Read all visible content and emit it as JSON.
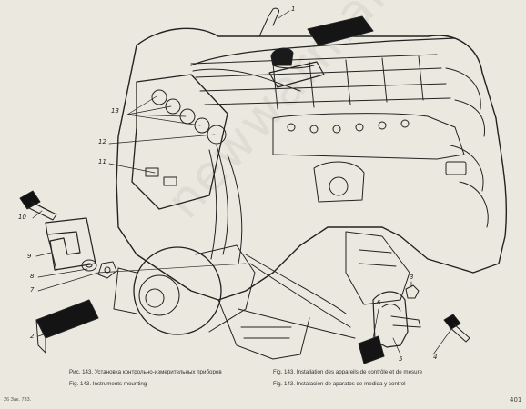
{
  "callouts": {
    "c1": "1",
    "c2": "2",
    "c3": "3",
    "c4": "4",
    "c5": "5",
    "c6": "6",
    "c7": "7",
    "c8": "8",
    "c9": "9",
    "c10": "10",
    "c11": "11",
    "c12": "12",
    "c13": "13"
  },
  "captions": {
    "ru": "Рис. 143. Установка контрольно-измерительных приборов",
    "en": "Fig. 143. Instruments mounting",
    "fr": "Fig. 143. Installation des appareils de contrôle et de mesure",
    "es": "Fig. 143. Instalación de aparatos de medida y control"
  },
  "page_number": "401",
  "footnote": "26   Зак. 733.",
  "watermark": "newwarman.com",
  "colors": {
    "ink": "#222222",
    "paper": "#ebe8df"
  }
}
